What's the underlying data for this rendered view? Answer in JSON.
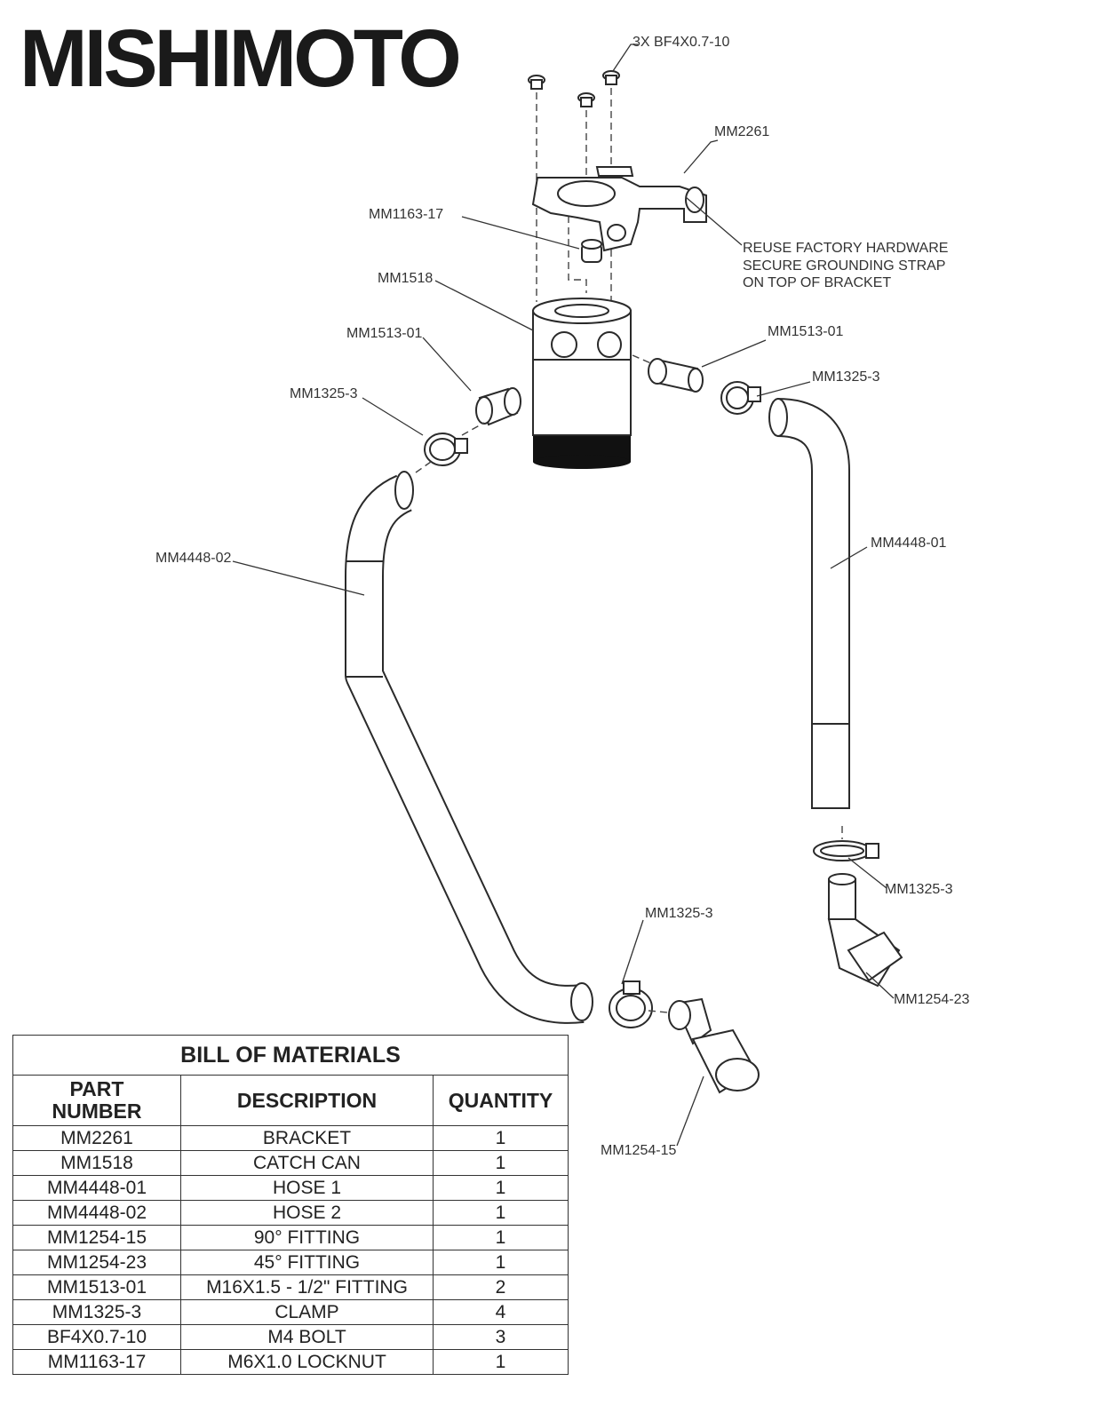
{
  "brand": "MISHIMOTO",
  "callouts": {
    "bolts": "3X BF4X0.7-10",
    "bracket": "MM2261",
    "locknut": "MM1163-17",
    "catch_can": "MM1518",
    "fitting_left": "MM1513-01",
    "fitting_right": "MM1513-01",
    "clamp_left": "MM1325-3",
    "clamp_right": "MM1325-3",
    "hose_left": "MM4448-02",
    "hose_right": "MM4448-01",
    "clamp_lower_right": "MM1325-3",
    "fitting_45": "MM1254-23",
    "clamp_lower_middle": "MM1325-3",
    "fitting_90": "MM1254-15"
  },
  "note": {
    "line1": "REUSE FACTORY HARDWARE",
    "line2": "SECURE GROUNDING STRAP",
    "line3": "ON TOP OF BRACKET"
  },
  "bom": {
    "title": "BILL OF MATERIALS",
    "headers": {
      "part_line1": "PART",
      "part_line2": "NUMBER",
      "description": "DESCRIPTION",
      "quantity": "QUANTITY"
    },
    "rows": [
      {
        "part": "MM2261",
        "description": "BRACKET",
        "qty": "1"
      },
      {
        "part": "MM1518",
        "description": "CATCH CAN",
        "qty": "1"
      },
      {
        "part": "MM4448-01",
        "description": "HOSE 1",
        "qty": "1"
      },
      {
        "part": "MM4448-02",
        "description": "HOSE 2",
        "qty": "1"
      },
      {
        "part": "MM1254-15",
        "description": "90° FITTING",
        "qty": "1"
      },
      {
        "part": "MM1254-23",
        "description": "45° FITTING",
        "qty": "1"
      },
      {
        "part": "MM1513-01",
        "description": "M16X1.5 - 1/2\" FITTING",
        "qty": "2"
      },
      {
        "part": "MM1325-3",
        "description": "CLAMP",
        "qty": "4"
      },
      {
        "part": "BF4X0.7-10",
        "description": "M4 BOLT",
        "qty": "3"
      },
      {
        "part": "MM1163-17",
        "description": "M6X1.0 LOCKNUT",
        "qty": "1"
      }
    ]
  }
}
